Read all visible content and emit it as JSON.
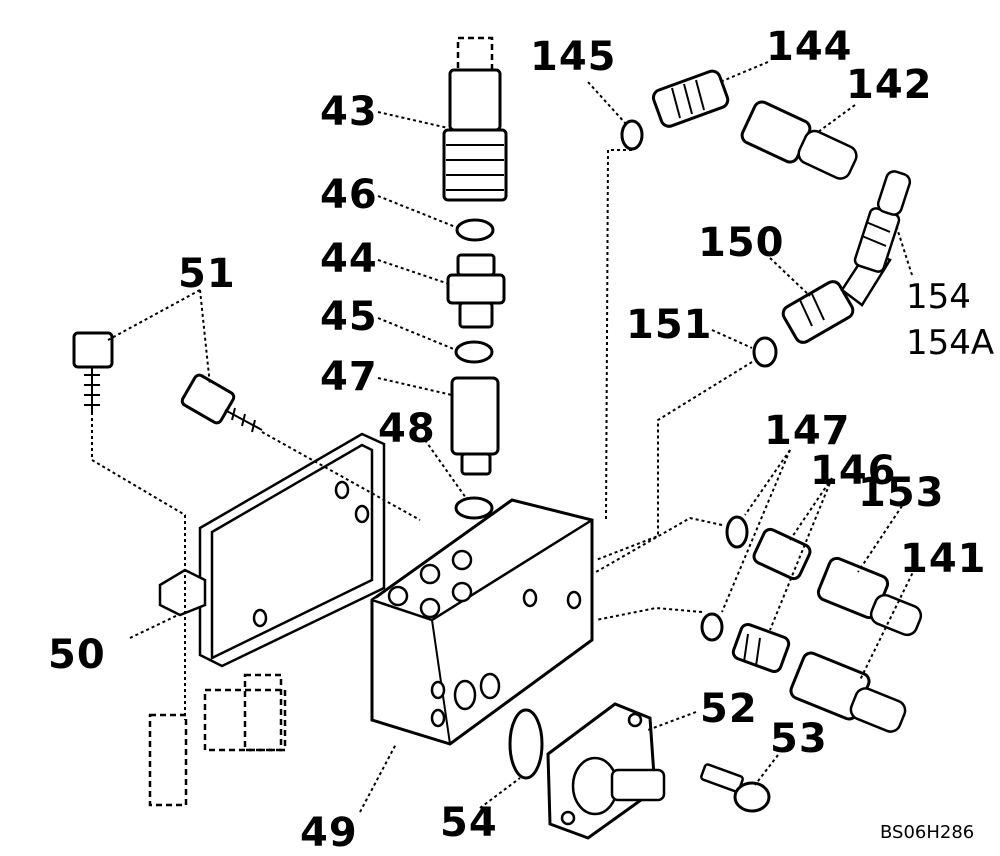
{
  "figure_code": "BS06H286",
  "labels": {
    "p43": "43",
    "p46": "46",
    "p44": "44",
    "p45": "45",
    "p47": "47",
    "p48": "48",
    "p51": "51",
    "p50": "50",
    "p49": "49",
    "p54": "54",
    "p52": "52",
    "p53": "53",
    "p145": "145",
    "p144": "144",
    "p142": "142",
    "p150": "150",
    "p151": "151",
    "p154": "154",
    "p154A": "154A",
    "p147": "147",
    "p146": "146",
    "p153": "153",
    "p141": "141"
  }
}
